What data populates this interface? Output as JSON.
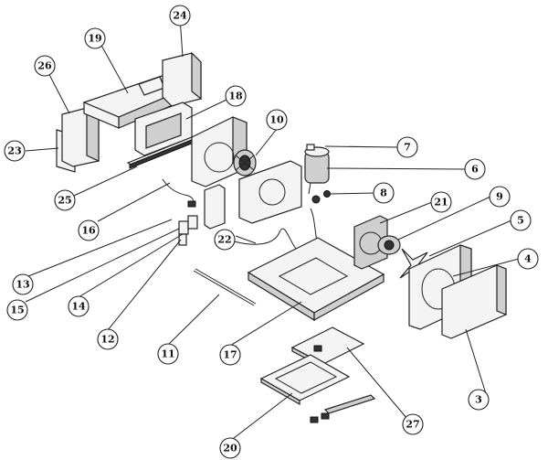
{
  "callouts": [
    {
      "id": "c3",
      "label": "3"
    },
    {
      "id": "c4",
      "label": "4"
    },
    {
      "id": "c5",
      "label": "5"
    },
    {
      "id": "c6",
      "label": "6"
    },
    {
      "id": "c7",
      "label": "7"
    },
    {
      "id": "c8",
      "label": "8"
    },
    {
      "id": "c9",
      "label": "9"
    },
    {
      "id": "c10",
      "label": "10"
    },
    {
      "id": "c11",
      "label": "11"
    },
    {
      "id": "c12",
      "label": "12"
    },
    {
      "id": "c13",
      "label": "13"
    },
    {
      "id": "c14",
      "label": "14"
    },
    {
      "id": "c15",
      "label": "15"
    },
    {
      "id": "c16",
      "label": "16"
    },
    {
      "id": "c17",
      "label": "17"
    },
    {
      "id": "c18",
      "label": "18"
    },
    {
      "id": "c19",
      "label": "19"
    },
    {
      "id": "c20",
      "label": "20"
    },
    {
      "id": "c21",
      "label": "21"
    },
    {
      "id": "c22",
      "label": "22"
    },
    {
      "id": "c23",
      "label": "23"
    },
    {
      "id": "c24",
      "label": "24"
    },
    {
      "id": "c25",
      "label": "25"
    },
    {
      "id": "c26",
      "label": "26"
    },
    {
      "id": "c27",
      "label": "27"
    }
  ]
}
